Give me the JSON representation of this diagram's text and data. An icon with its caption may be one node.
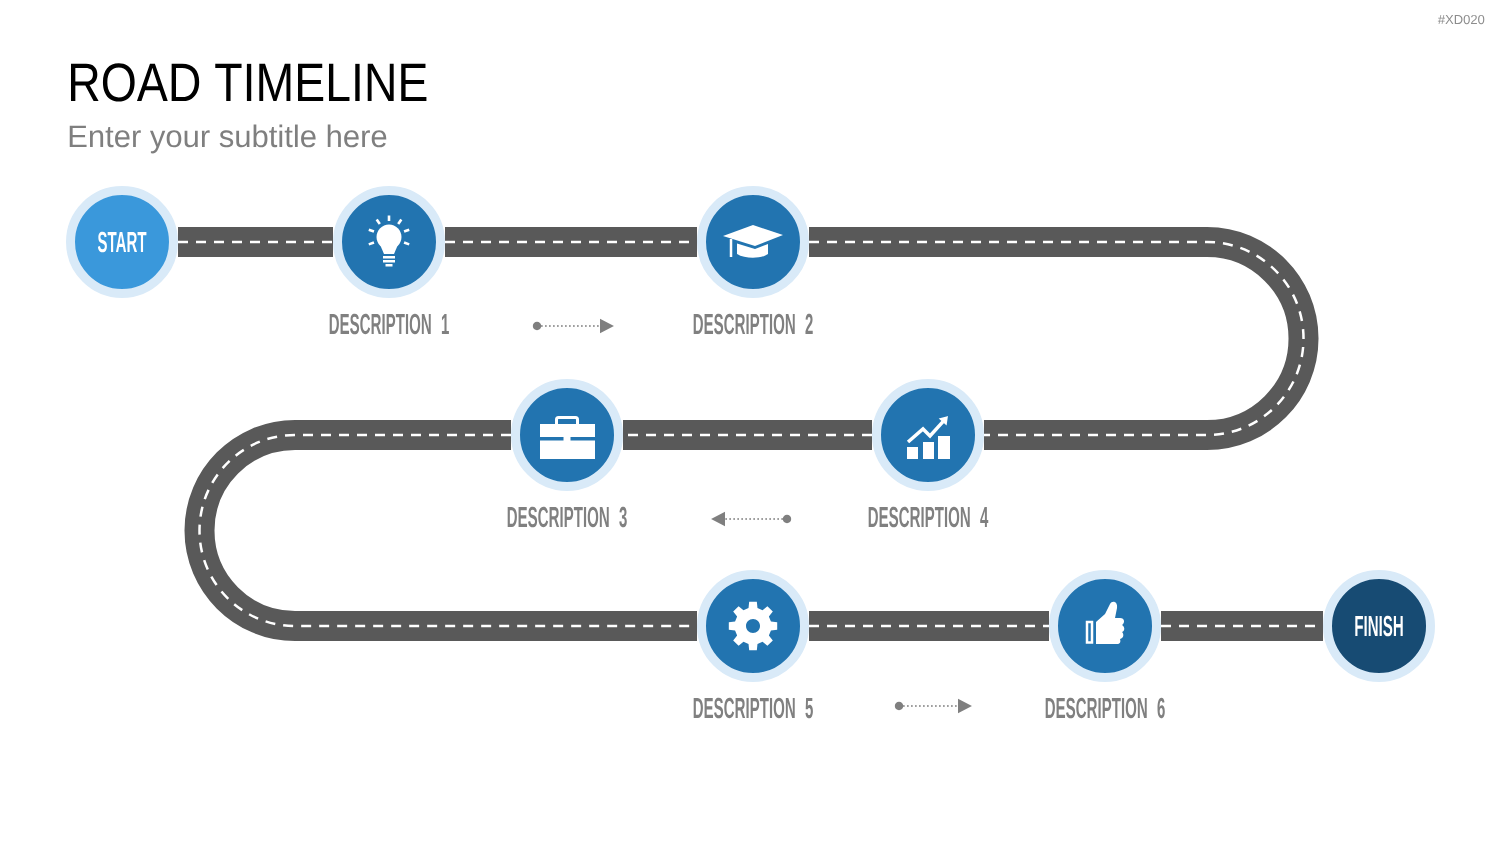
{
  "diagram": {
    "title": "ROAD TIMELINE",
    "nodes": [
      {
        "text": [
          "START"
        ]
      },
      {
        "text": [],
        "shape": "circle",
        "beside": [
          "DESCRIPTION 1"
        ]
      },
      {
        "text": [],
        "shape": "circle",
        "beside": [
          "DESCRIPTION 2"
        ]
      },
      {
        "text": [],
        "shape": "circle",
        "beside": [
          "DESCRIPTION 3"
        ]
      },
      {
        "text": [],
        "shape": "circle",
        "beside": [
          "DESCRIPTION 4"
        ]
      },
      {
        "text": [],
        "shape": "circle",
        "beside": [
          "DESCRIPTION 5"
        ]
      },
      {
        "text": [],
        "shape": "circle",
        "beside": [
          "DESCRIPTION 6"
        ]
      },
      {
        "text": [
          "FINISH"
        ]
      }
    ],
    "edges": [
      {
        "from": 0,
        "to": 1,
        "arrow": "none"
      },
      {
        "from": 1,
        "to": 2,
        "arrow": "none"
      },
      {
        "from": 2,
        "to": 4,
        "arrow": "none"
      },
      {
        "from": 4,
        "to": 3,
        "arrow": "none"
      },
      {
        "from": 3,
        "to": 5,
        "arrow": "none"
      },
      {
        "from": 5,
        "to": 6,
        "arrow": "none"
      },
      {
        "from": 6,
        "to": 7,
        "arrow": "none"
      }
    ],
    "labels": [
      "#XD020",
      "Enter your subtitle here"
    ]
  }
}
